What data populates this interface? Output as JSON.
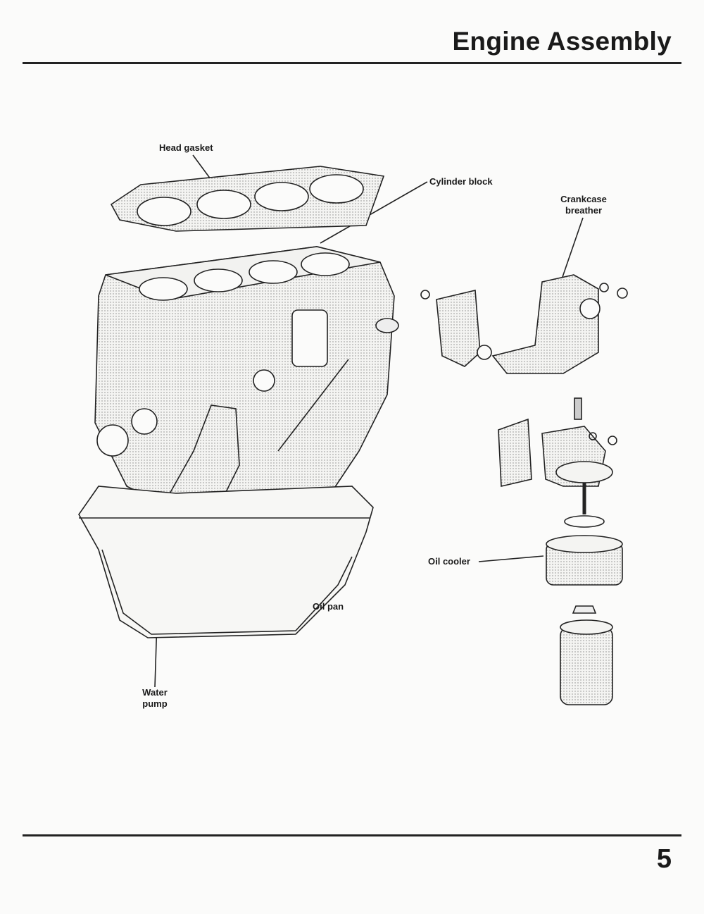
{
  "header": {
    "title": "Engine Assembly"
  },
  "labels": {
    "head_gasket": "Head gasket",
    "cylinder_block": "Cylinder block",
    "crankcase_breather_1": "Crankcase",
    "crankcase_breather_2": "breather",
    "oil_cooler": "Oil cooler",
    "oil_pan": "Oil pan",
    "water_pump_1": "Water",
    "water_pump_2": "pump"
  },
  "footer": {
    "page_number": "5"
  }
}
